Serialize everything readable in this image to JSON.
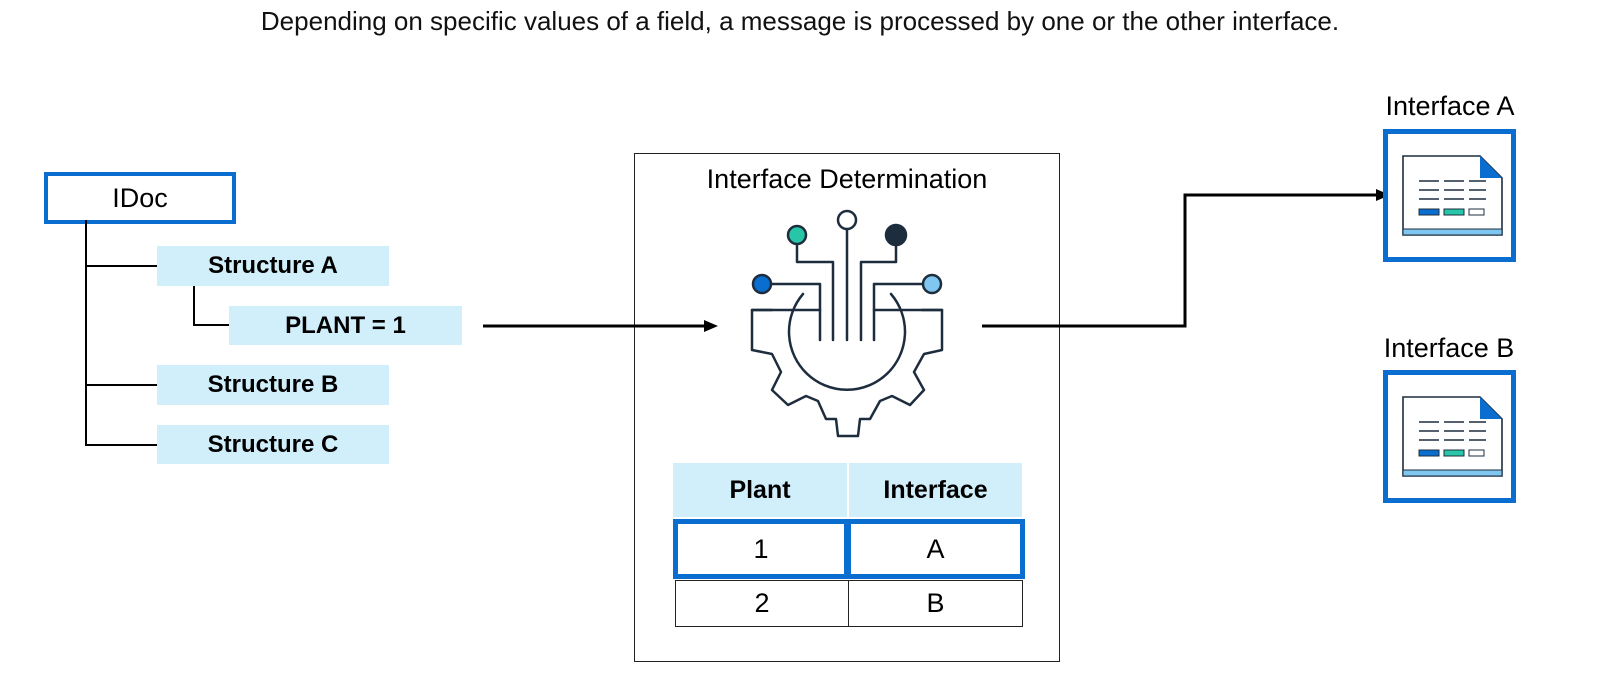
{
  "caption": "Depending on specific values of a field, a message is processed by one or the other interface.",
  "idoc": {
    "label": "IDoc",
    "structures": [
      {
        "label": "Structure A"
      },
      {
        "label": "PLANT = 1"
      },
      {
        "label": "Structure B"
      },
      {
        "label": "Structure C"
      }
    ]
  },
  "determination": {
    "title": "Interface Determination",
    "table": {
      "headers": [
        "Plant",
        "Interface"
      ],
      "rows": [
        {
          "plant": "1",
          "interface": "A"
        },
        {
          "plant": "2",
          "interface": "B"
        }
      ]
    }
  },
  "interfaces": [
    {
      "label": "Interface A"
    },
    {
      "label": "Interface B"
    }
  ],
  "colors": {
    "accent": "#0a6ed1",
    "light_fill": "#d1effb",
    "teal": "#27c6a9",
    "light_blue": "#7fc7f0",
    "dark": "#1d2d3e"
  }
}
